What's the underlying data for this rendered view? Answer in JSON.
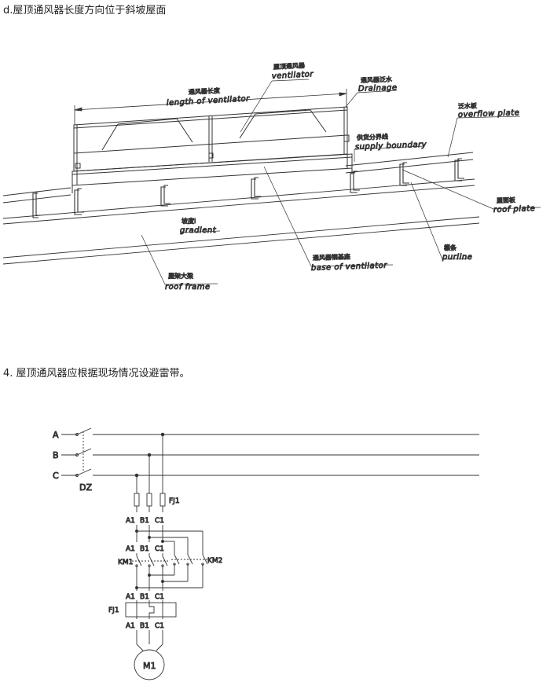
{
  "headings": {
    "roof": "d.屋顶通风器长度方向位于斜坡屋面",
    "wiring": "4. 屋顶通风器应根据现场情况设避雷带。"
  },
  "roof_diagram": {
    "ventilator": {
      "cn": "屋顶通风器",
      "en": "ventilator"
    },
    "length": {
      "cn": "通风器长度",
      "en": "length of ventilator"
    },
    "drainage": {
      "cn": "通风器泛水",
      "en": "Drainage"
    },
    "overflow": {
      "cn": "泛水板",
      "en": "overflow plate"
    },
    "supply": {
      "cn": "供货分界线",
      "en": "supply boundary"
    },
    "roof_plate": {
      "cn": "屋面板",
      "en": "roof plate"
    },
    "gradient": {
      "cn": "坡度i",
      "en": "gradient"
    },
    "purline": {
      "cn": "檩条",
      "en": "purline"
    },
    "base": {
      "cn": "通风器钢基座",
      "en": "base of ventilator"
    },
    "roof_frame": {
      "cn": "屋架大梁",
      "en": "roof frame"
    }
  },
  "wiring_diagram": {
    "phases": [
      "A",
      "B",
      "C"
    ],
    "switch_label": "DZ",
    "fuse_label": "FJ1",
    "terminals": [
      "A1",
      "B1",
      "C1"
    ],
    "contactor_1": "KM1",
    "contactor_2": "KM2",
    "relay_label": "FJ1",
    "motor_label": "M1"
  }
}
